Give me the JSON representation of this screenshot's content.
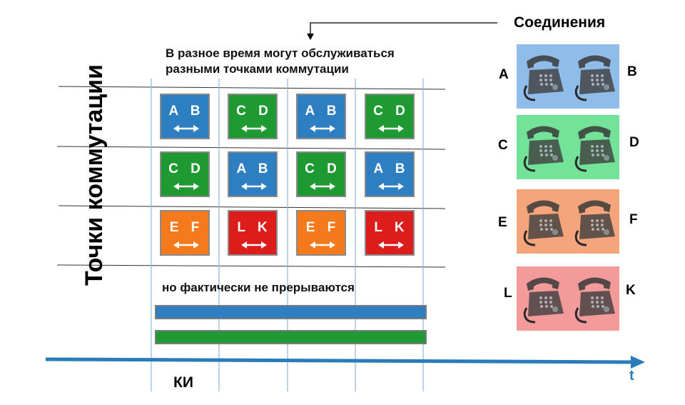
{
  "title_vertical": "Точки коммутации",
  "top_note_line1": "В разное время могут обслуживаться",
  "top_note_line2": "разными точками коммутации",
  "connections_title": "Соединения",
  "bottom_note": "но фактически не прерываются",
  "axis_left_label": "КИ",
  "axis_time_label": "t",
  "colors": {
    "blue": "#2e7fc2",
    "green": "#1f9a33",
    "orange": "#f57a1c",
    "red": "#dd1c1c",
    "phone_blue_bg": "#8fbce8",
    "phone_green_bg": "#74e39a",
    "phone_orange_bg": "#f4a57c",
    "phone_red_bg": "#f39a9a",
    "axis": "#2a7bb9"
  },
  "grid": [
    [
      {
        "text": "A B",
        "color": "blue"
      },
      {
        "text": "C D",
        "color": "green"
      },
      {
        "text": "A B",
        "color": "blue"
      },
      {
        "text": "C D",
        "color": "green"
      }
    ],
    [
      {
        "text": "C D",
        "color": "green"
      },
      {
        "text": "A B",
        "color": "blue"
      },
      {
        "text": "C D",
        "color": "green"
      },
      {
        "text": "A B",
        "color": "blue"
      }
    ],
    [
      {
        "text": "E F",
        "color": "orange"
      },
      {
        "text": "L K",
        "color": "red"
      },
      {
        "text": "E F",
        "color": "orange"
      },
      {
        "text": "L K",
        "color": "red"
      }
    ]
  ],
  "phones": [
    {
      "left": "A",
      "right": "B",
      "bg": "phone_blue_bg"
    },
    {
      "left": "C",
      "right": "D",
      "bg": "phone_green_bg"
    },
    {
      "left": "E",
      "right": "F",
      "bg": "phone_orange_bg"
    },
    {
      "left": "L",
      "right": "K",
      "bg": "phone_red_bg"
    }
  ]
}
